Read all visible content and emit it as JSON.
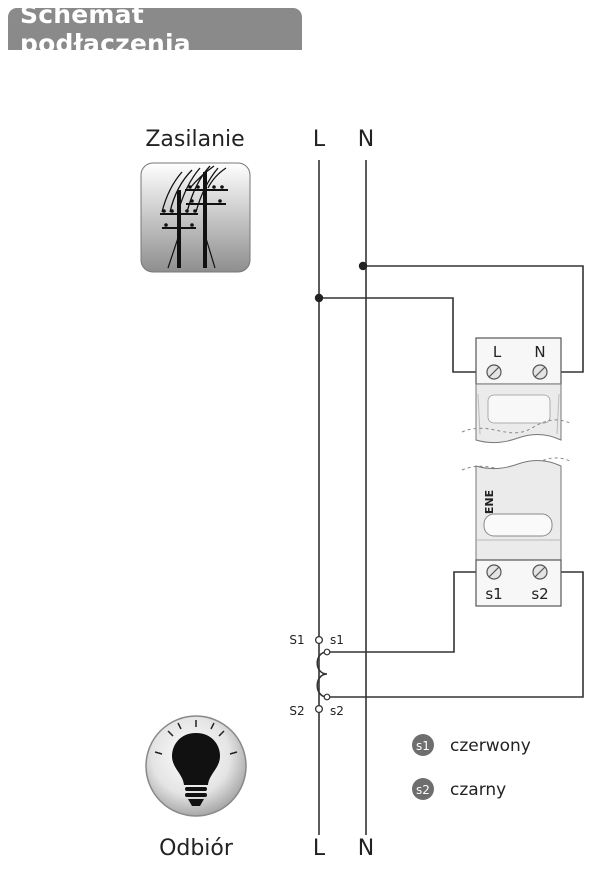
{
  "title": "Schemat podłączenia",
  "supply": {
    "label": "Zasilanie",
    "icon": "power-lines-icon"
  },
  "load": {
    "label": "Odbiór",
    "icon": "light-bulb-icon"
  },
  "lines": {
    "top_l": "L",
    "top_n": "N",
    "bottom_l": "L",
    "bottom_n": "N"
  },
  "device": {
    "top_l": "L",
    "top_n": "N",
    "brand": "ENE",
    "bottom_s1": "s1",
    "bottom_s2": "s2"
  },
  "transformer": {
    "S1": "S1",
    "s1": "s1",
    "S2": "S2",
    "s2": "s2"
  },
  "legend": [
    {
      "badge": "s1",
      "text": "czerwony"
    },
    {
      "badge": "s2",
      "text": "czarny"
    }
  ],
  "colors": {
    "title_bg": "#8a8a8a",
    "line": "#333333",
    "badge": "#6e6e6e"
  }
}
